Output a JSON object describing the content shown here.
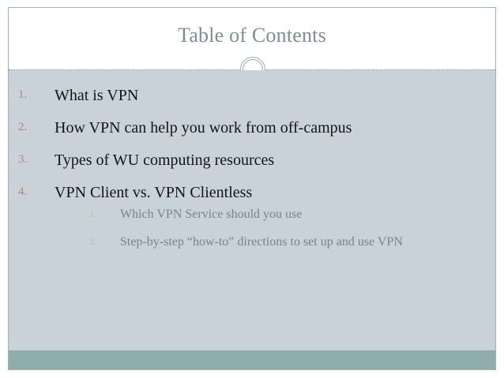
{
  "slide": {
    "title": "Table of Contents",
    "colors": {
      "title": "#7d8f93",
      "body_background": "#c8d2d8",
      "footer_band": "#8fadad",
      "number": "#c08070",
      "sub_number": "#c5bf72",
      "item_text": "#141414",
      "sub_item_text": "#77838f",
      "slide_border": "#9fb0b8"
    },
    "ornament_icon": "double-ring-circle-icon",
    "items": [
      {
        "number": "1.",
        "text": "What is VPN",
        "subitems": []
      },
      {
        "number": "2.",
        "text": "How VPN can help you work from off-campus",
        "subitems": []
      },
      {
        "number": "3.",
        "text": "Types of WU computing resources",
        "subitems": []
      },
      {
        "number": "4.",
        "text": "VPN Client vs. VPN Clientless",
        "subitems": [
          {
            "number": "1.",
            "text": "Which VPN Service should you use"
          },
          {
            "number": "2.",
            "text": "Step-by-step “how-to” directions to set up and use VPN"
          }
        ]
      }
    ]
  }
}
